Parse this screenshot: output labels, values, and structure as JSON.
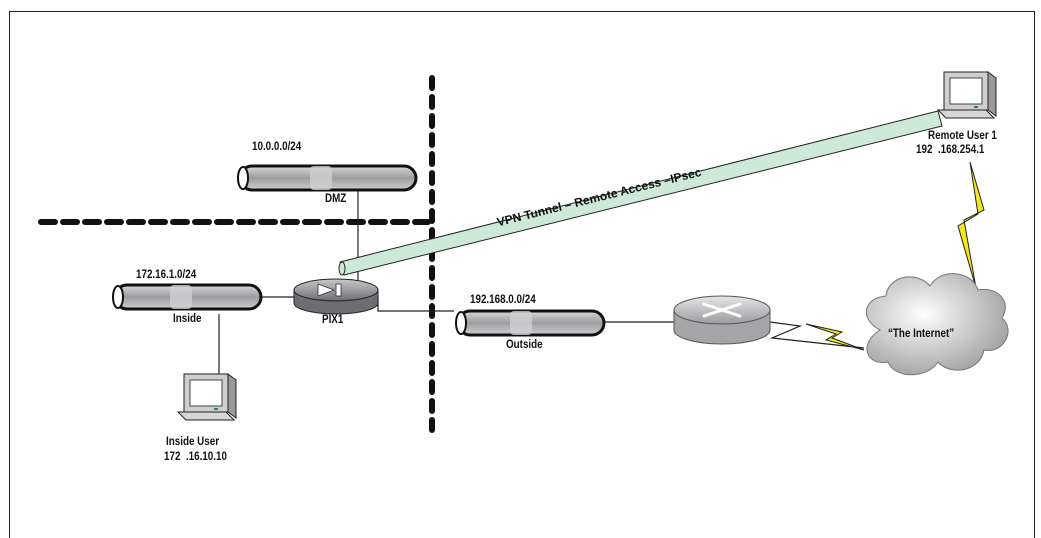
{
  "networks": {
    "dmz": {
      "subnet": "10.0.0.0/24",
      "name": "DMZ"
    },
    "inside": {
      "subnet": "172.16.1.0/24",
      "name": "Inside"
    },
    "outside": {
      "subnet": "192.168.0.0/24",
      "name": "Outside"
    }
  },
  "firewall": {
    "name": "PIX1"
  },
  "inside_user": {
    "name": "Inside User",
    "ip": "172  .16.10.10"
  },
  "remote_user": {
    "name": "Remote User 1",
    "ip": "192  .168.254.1"
  },
  "internet": {
    "label": "“The Internet”"
  },
  "tunnel": {
    "label": "VPN Tunnel – Remote Access –IPsec"
  },
  "colors": {
    "tunnel_fill": "#cfe9d9",
    "segment_fill": "#a9a9ab",
    "line": "#222222"
  }
}
